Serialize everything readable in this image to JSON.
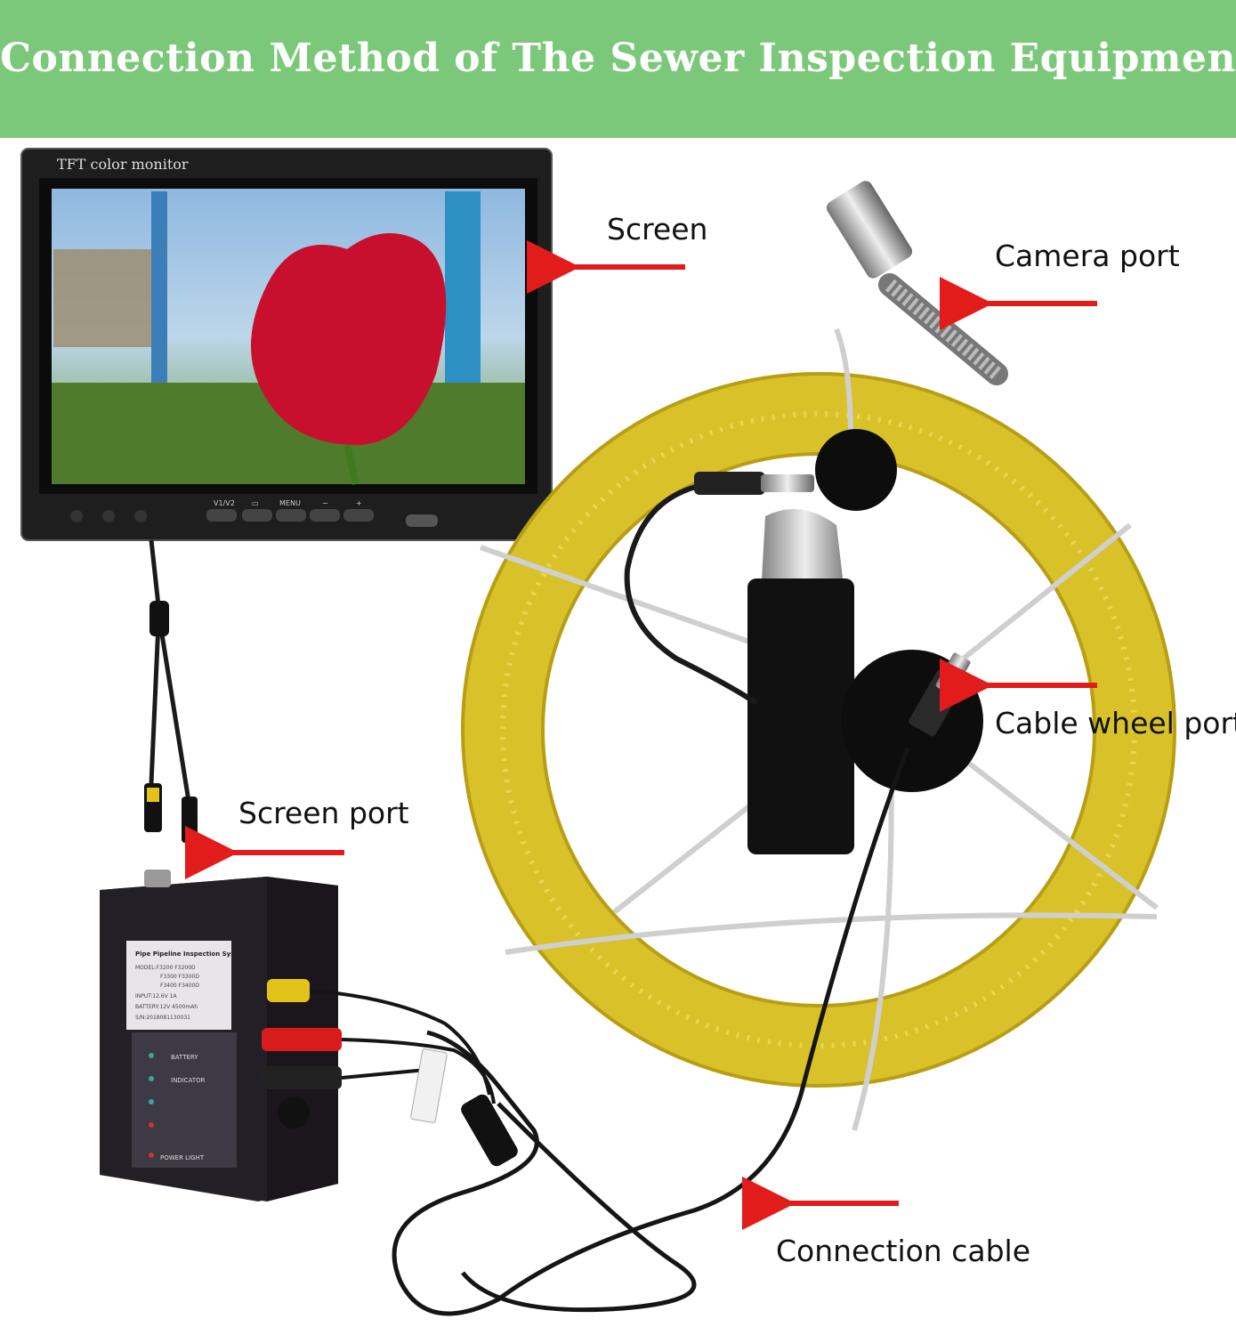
{
  "banner": {
    "title": "Connection Method of The Sewer Inspection Equipment"
  },
  "labels": {
    "screen": "Screen",
    "camera_port": "Camera port",
    "cable_wheel_port": "Cable wheel port",
    "screen_port": "Screen port",
    "connection_cable": "Connection cable"
  },
  "monitor": {
    "brand_text": "TFT color monitor",
    "buttons": [
      "V1/V2",
      "▭",
      "MENU",
      "−",
      "+"
    ]
  },
  "control_box": {
    "sticker_title": "Pipe Pipeline Inspection System",
    "sticker_lines": [
      "MODEL:F3200 F3200D",
      "F3300 F3300D",
      "F3400 F3400D",
      "INPUT:12.6V 1A",
      "BATTERY:12V 4500mAh",
      "S/N:2018081130031"
    ],
    "indicators": [
      "BATTERY",
      "INDICATOR",
      "",
      "",
      "POWER LIGHT"
    ]
  },
  "colors": {
    "banner": "#7cc87a",
    "arrow": "#e21b1b",
    "cable_yellow": "#d9c12a"
  }
}
